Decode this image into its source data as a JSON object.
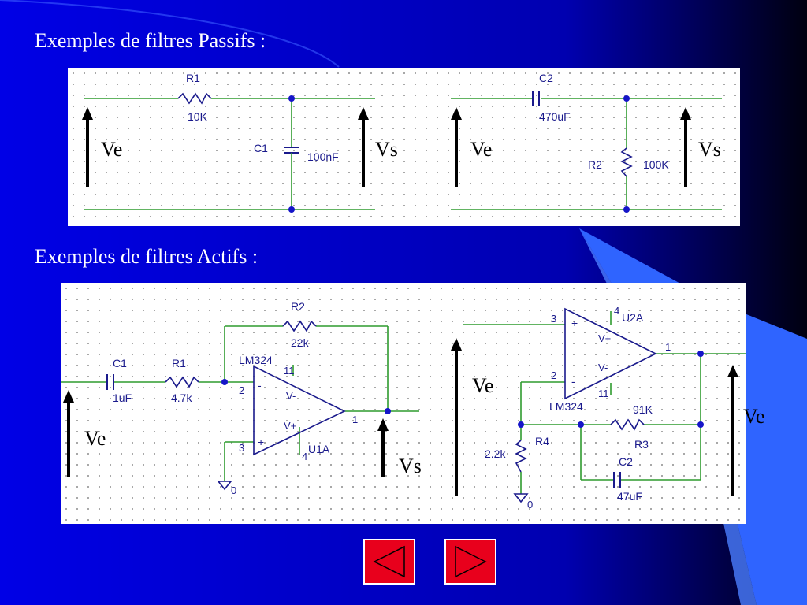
{
  "headings": {
    "passive": "Exemples de filtres Passifs :",
    "active": "Exemples de filtres Actifs :"
  },
  "passive": {
    "lowpass": {
      "r1_ref": "R1",
      "r1_val": "10K",
      "c1_ref": "C1",
      "c1_val": "100nF",
      "input": "Ve",
      "output": "Vs"
    },
    "highpass": {
      "c2_ref": "C2",
      "c2_val": "470uF",
      "r2_ref": "R2",
      "r2_val": "100K",
      "input": "Ve",
      "output": "Vs"
    }
  },
  "active": {
    "inverting": {
      "c1_ref": "C1",
      "c1_val": "1uF",
      "r1_ref": "R1",
      "r1_val": "4.7k",
      "r2_ref": "R2",
      "r2_val": "22k",
      "opamp_model": "LM324",
      "opamp_ref": "U1A",
      "pin_vcc": "11",
      "pin_vee": "4",
      "pin_inv": "2",
      "pin_noninv": "3",
      "pin_out": "1",
      "label_vminus": "V-",
      "label_vplus": "V+",
      "sign_minus": "-",
      "sign_plus": "+",
      "ground": "0",
      "input": "Ve",
      "output": "Vs"
    },
    "noninverting": {
      "opamp_model": "LM324",
      "opamp_ref": "U2A",
      "pin_vcc": "4",
      "pin_vee": "11",
      "pin_noninv": "3",
      "pin_inv": "2",
      "pin_out": "1",
      "label_vplus": "V+",
      "label_vminus": "V-",
      "sign_plus": "+",
      "sign_minus": "-",
      "r4_ref": "R4",
      "r4_val": "2.2k",
      "r3_ref": "R3",
      "r3_val": "91K",
      "c2_ref": "C2",
      "c2_val": "47uF",
      "ground": "0",
      "input": "Ve",
      "output": "Ve"
    }
  },
  "nav": {
    "prev_icon": "triangle-left-icon",
    "next_icon": "triangle-right-icon"
  },
  "colors": {
    "background": "#0000e0",
    "wire": "#2e9b2e",
    "component": "#1a1a8c",
    "node": "#1515c8",
    "nav_button": "#e8001c"
  }
}
